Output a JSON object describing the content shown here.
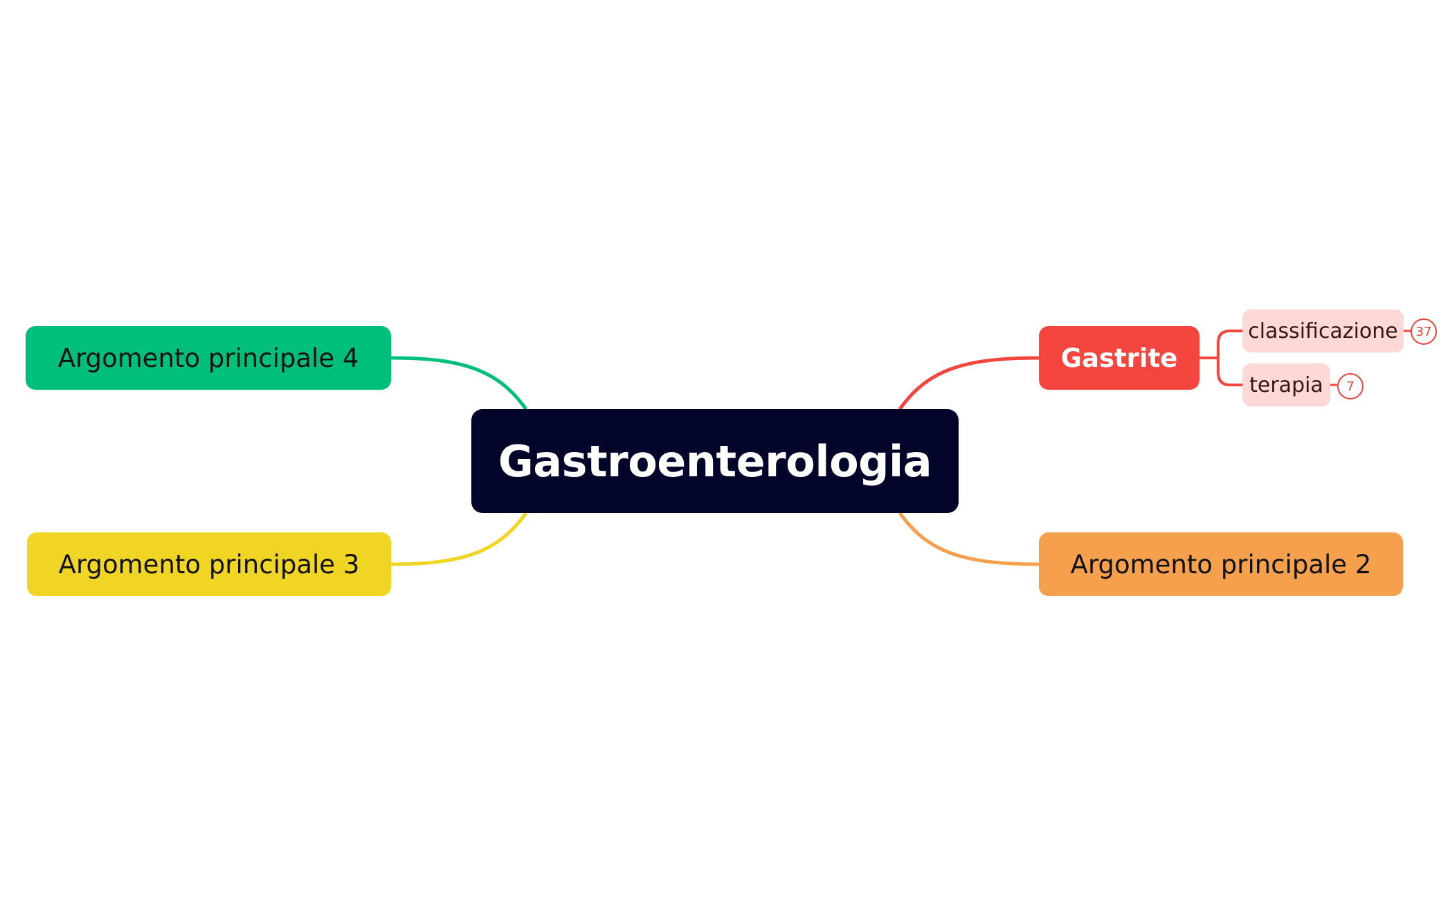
{
  "mindmap": {
    "central": {
      "label": "Gastroenterologia",
      "color": "#02042a"
    },
    "branches": {
      "gastrite": {
        "label": "Gastrite",
        "color": "#f4453e",
        "children": [
          {
            "label": "classificazione",
            "count": "37"
          },
          {
            "label": "terapia",
            "count": "7"
          }
        ],
        "child_color": "#fcd9d7"
      },
      "arg2": {
        "label": "Argomento principale 2",
        "color": "#f4a04d"
      },
      "arg3": {
        "label": "Argomento principale 3",
        "color": "#f1d524"
      },
      "arg4": {
        "label": "Argomento principale 4",
        "color": "#00bf7a"
      }
    }
  }
}
